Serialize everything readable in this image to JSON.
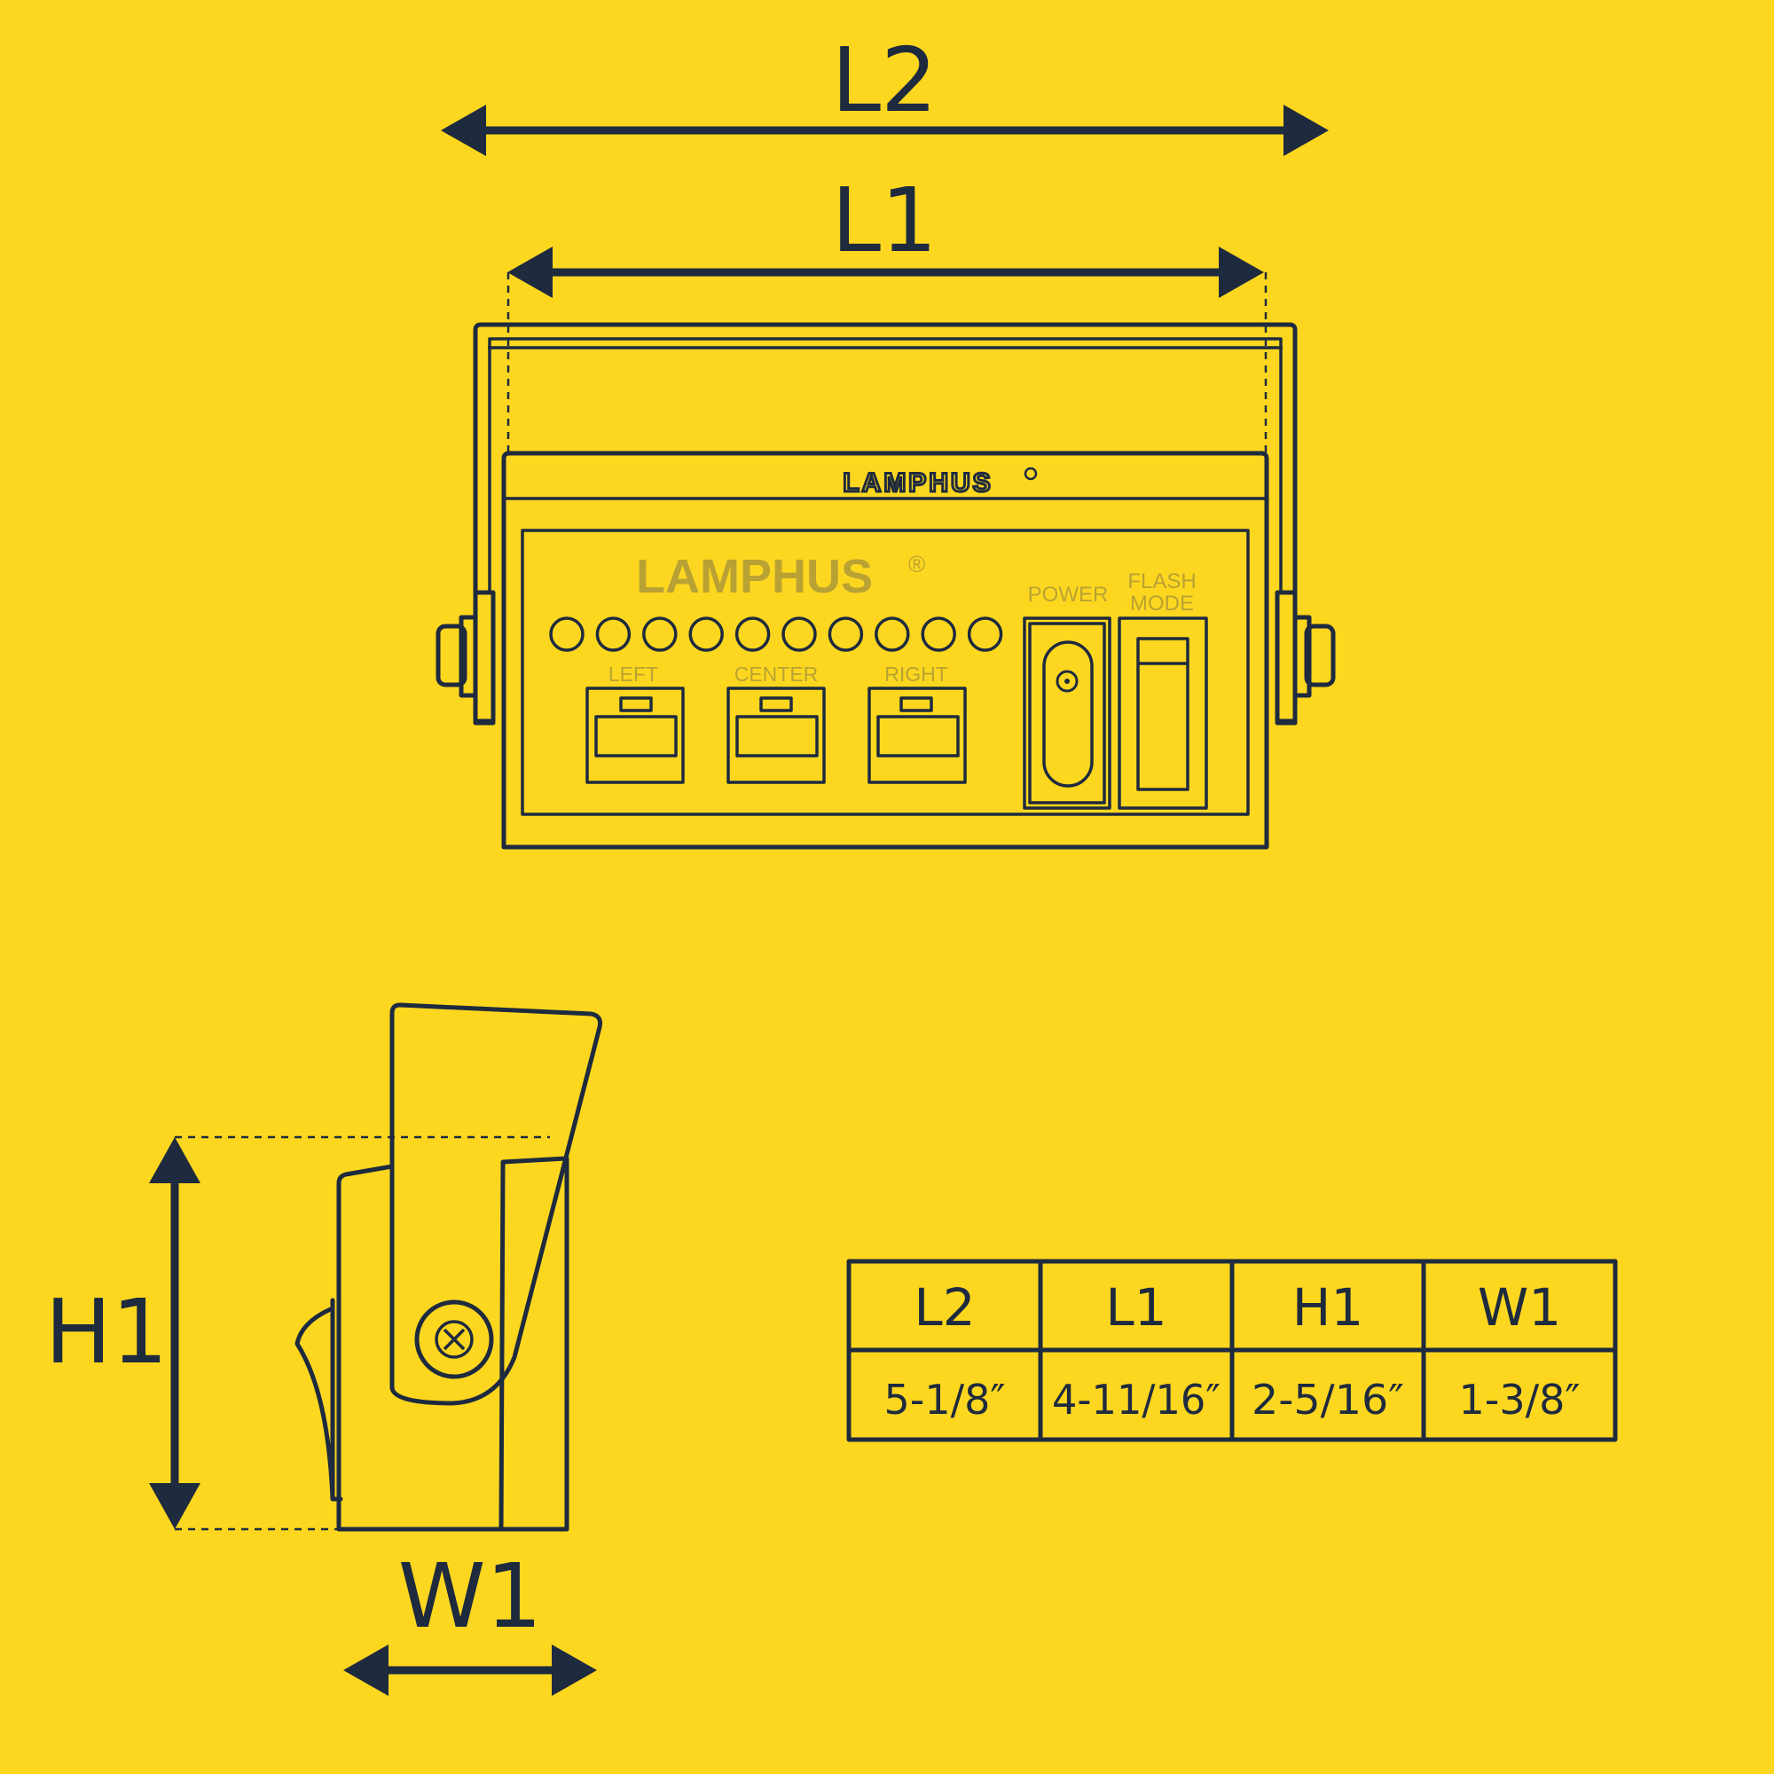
{
  "labels": {
    "l2": "L2",
    "l1": "L1",
    "h1": "H1",
    "w1": "W1"
  },
  "brand": {
    "name": "LAMPHUS",
    "registered": "®"
  },
  "panel": {
    "power": "POWER",
    "flash_line1": "FLASH",
    "flash_line2": "MODE",
    "left": "LEFT",
    "center": "CENTER",
    "right": "RIGHT",
    "led_count": 10
  },
  "table": {
    "headers": [
      "L2",
      "L1",
      "H1",
      "W1"
    ],
    "values": [
      "5-1/8″",
      "4-11/16″",
      "2-5/16″",
      "1-3/8″"
    ]
  },
  "colors": {
    "background": "#FDD71F",
    "line": "#1E2A3E",
    "panel_text": "#B9A233"
  }
}
